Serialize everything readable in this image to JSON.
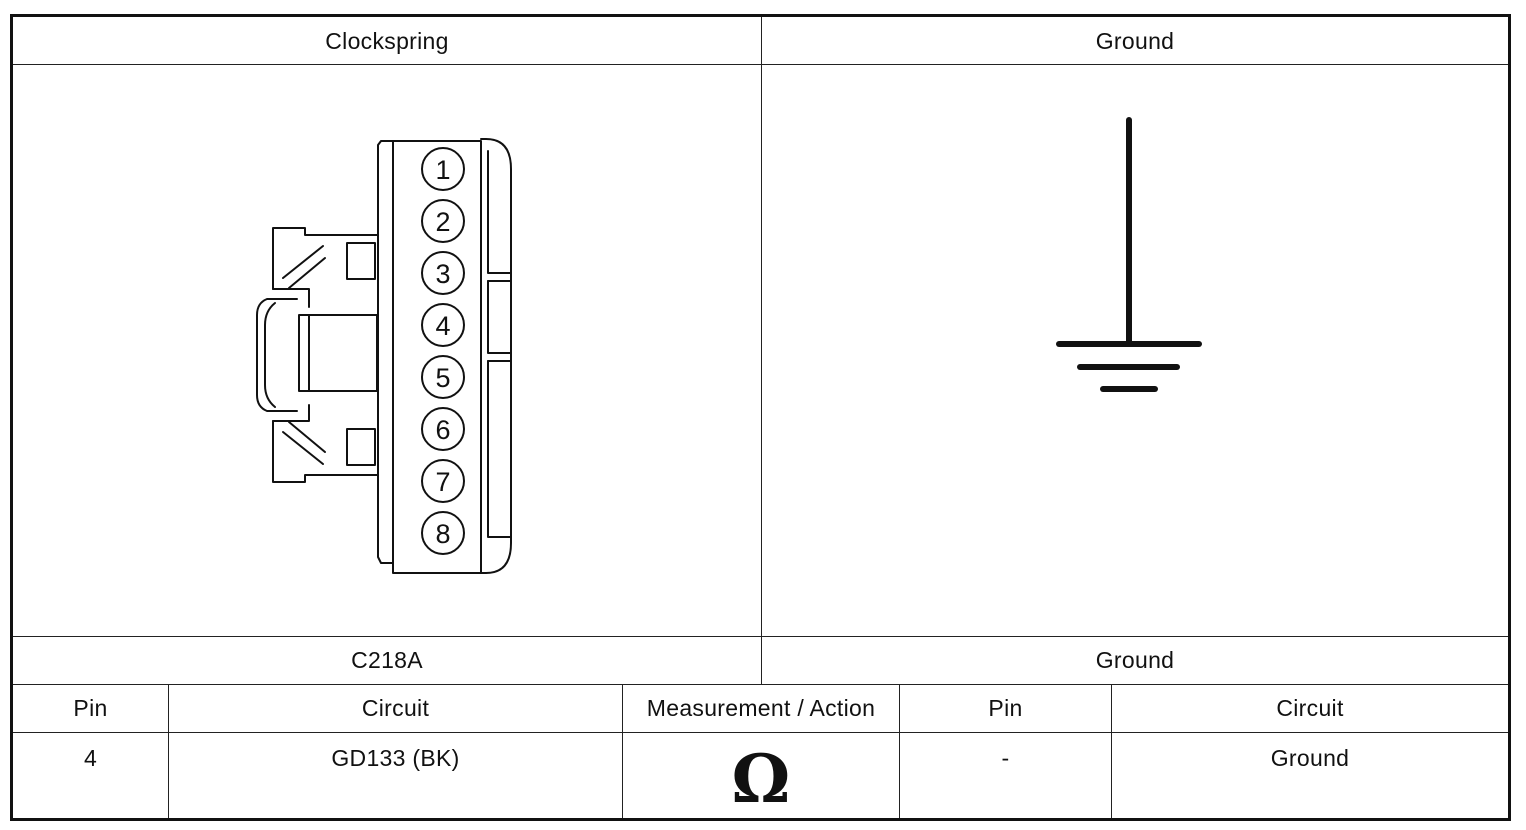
{
  "header": {
    "left_title": "Clockspring",
    "right_title": "Ground"
  },
  "connector": {
    "pins": [
      "1",
      "2",
      "3",
      "4",
      "5",
      "6",
      "7",
      "8"
    ]
  },
  "footer": {
    "left_connector": "C218A",
    "right_connector": "Ground"
  },
  "table": {
    "columns": [
      "Pin",
      "Circuit",
      "Measurement / Action",
      "Pin",
      "Circuit"
    ],
    "row": {
      "pin_a": "4",
      "circuit_a": "GD133 (BK)",
      "measurement_symbol": "Ω",
      "pin_b": "-",
      "circuit_b": "Ground"
    }
  }
}
